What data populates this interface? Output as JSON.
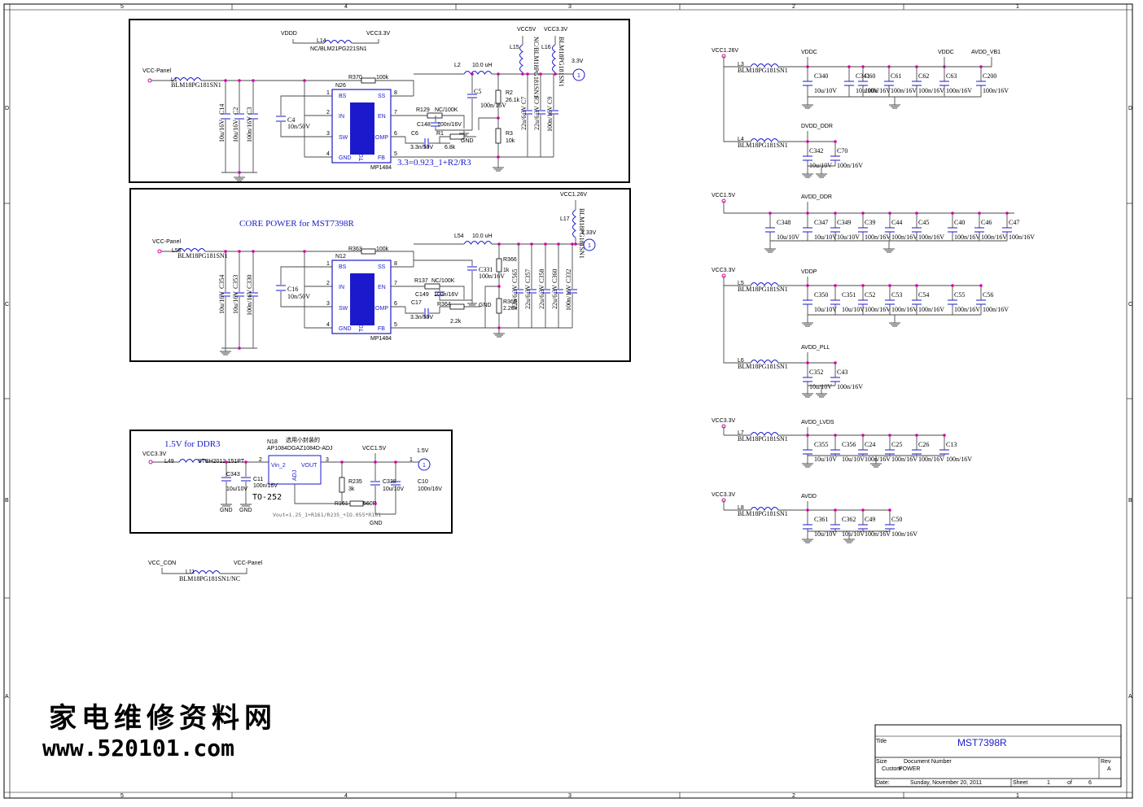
{
  "frame": {
    "col_labels": [
      "5",
      "4",
      "3",
      "2",
      "1"
    ],
    "row_labels": [
      "D",
      "C",
      "B",
      "A"
    ]
  },
  "reg1": {
    "ic_ref": "N26",
    "ic_part": "MP1484",
    "pins_left": [
      "BS",
      "IN",
      "SW",
      "GND"
    ],
    "pins_right": [
      "SS",
      "EN",
      "COMP",
      "FB"
    ],
    "pin_nums_left": [
      "1",
      "2",
      "3",
      "4"
    ],
    "pin_nums_right": [
      "8",
      "7",
      "6",
      "5"
    ],
    "tg": "TG",
    "vin_label": "VCC-Panel",
    "in_l_ref": "L1",
    "in_l_val": "BLM18PG181SN1",
    "l14_ref": "L14",
    "l14_val": "NC/BLM21PG221SN1",
    "l14_left": "VDDD",
    "l14_right": "VCC3.3V",
    "r_bs_ref": "R370",
    "r_bs_val": "100k",
    "l_out_ref": "L2",
    "l_out_val": "10.0 uH",
    "c_ss_ref": "C5",
    "c_ss_val": "100n/16V",
    "r_en_ref": "R129",
    "r_en_val": "NC/100K",
    "c_en_ref": "C148",
    "c_en_val": "100n/16V",
    "c_comp_ref": "C6",
    "c_comp_val": "3.3n/50V",
    "r_comp_ref": "R1",
    "r_comp_val": "6.8k",
    "gnd": "GND",
    "c_bs_ref": "C4",
    "c_bs_val": "10n/50V",
    "in_caps": [
      {
        "ref": "C14",
        "val": "10u/16V"
      },
      {
        "ref": "C2",
        "val": "10u/16V"
      },
      {
        "ref": "C3",
        "val": "100n/16V"
      }
    ],
    "r2_ref": "R2",
    "r2_val": "26.1k",
    "r3_ref": "R3",
    "r3_val": "10k",
    "out_caps": [
      {
        "ref": "C7",
        "val": "22u/6.3V"
      },
      {
        "ref": "C8",
        "val": "22u/6.3V"
      },
      {
        "ref": "C9",
        "val": "100n/16V"
      }
    ],
    "l15_ref": "L15",
    "l15_val": "NC/BLM18PG181SN1",
    "l15_top": "VCC5V",
    "l16_ref": "L16",
    "l16_val": "BLM18PG181SN1",
    "l16_top": "VCC3.3V",
    "out_net": "3.3V",
    "tp": "1",
    "formula": "3.3=0.923_1+R2/R3"
  },
  "reg2": {
    "title": "CORE POWER for MST7398R",
    "ic_ref": "N12",
    "ic_part": "MP1484",
    "vin_label": "VCC-Panel",
    "in_l_ref": "L58",
    "in_l_val": "BLM18PG181SN1",
    "r_bs_ref": "R363",
    "r_bs_val": "100k",
    "l_out_ref": "L54",
    "l_out_val": "10.0 uH",
    "c_ss_ref": "C331",
    "c_ss_val": "100n/16V",
    "r_en_ref": "R137",
    "r_en_val": "NC/100K",
    "c_en_ref": "C149",
    "c_en_val": "100n/16V",
    "c_comp_ref": "C17",
    "c_comp_val": "3.3n/50V",
    "r_comp_ref": "R364",
    "r_comp_val": "2.2k",
    "gnd": "GND",
    "c_bs_ref": "C16",
    "c_bs_val": "10n/50V",
    "in_caps": [
      {
        "ref": "C354",
        "val": "10u/16V"
      },
      {
        "ref": "C353",
        "val": "10u/16V"
      },
      {
        "ref": "C330",
        "val": "100n/16V"
      }
    ],
    "r366_ref": "R366",
    "r366_val": "1k",
    "r365_ref": "R365",
    "r365_val": "2.26k",
    "out_caps": [
      {
        "ref": "C565",
        "val": "22u/6.3V"
      },
      {
        "ref": "C357",
        "val": "22u/6.3V"
      },
      {
        "ref": "C358",
        "val": "22u/6.3V"
      },
      {
        "ref": "C360",
        "val": "22u/6.3V"
      },
      {
        "ref": "C332",
        "val": "100n/16V"
      }
    ],
    "l17_ref": "L17",
    "l17_val": "BLM18PG181SN1",
    "l17_top": "VCC1.26V",
    "out_net": "1.33V",
    "tp": "1"
  },
  "reg3": {
    "title": "1.5V  for  DDR3",
    "note_cn": "选用小封装的",
    "ic_ref": "N18",
    "ic_part": "AP1084DGAZ1084D-ADJ",
    "vin": "VCC3.3V",
    "l_ref": "L49",
    "l_val": "STBH2012-151PT",
    "pin_vin": "Vin_2",
    "pin_vout": "VOUT",
    "pin_adj": "ADJ",
    "pin2": "2",
    "pin3": "3",
    "pin1": "1",
    "c343_ref": "C343",
    "c343_val": "10u/10V",
    "c11_ref": "C11",
    "c11_val": "100n/16V",
    "pkg": "TO-252",
    "gnd": "GND",
    "vout_net": "VCC1.5V",
    "r235_ref": "R235",
    "r235_val": "3k",
    "r161_ref": "R161",
    "r161_val": "560R",
    "c338_ref": "C338",
    "c338_val": "10u/10V",
    "c10_ref": "C10",
    "c10_val": "100n/16V",
    "out_net": "1.5V",
    "tp": "1",
    "formula": "Vout=1.25_1+R161/R235_+IO.055*R161"
  },
  "link": {
    "left": "VCC_CON",
    "right": "VCC-Panel",
    "ref": "L11",
    "val": "BLM18PG181SN1/NC"
  },
  "filters": [
    {
      "src": "VCC1.26V",
      "l_ref": "L3",
      "l_val": "BLM18PG181SN1",
      "net": "VDDC",
      "caps": [
        {
          "ref": "C340",
          "val": "10u/10V"
        },
        {
          "ref": "C341",
          "val": "10u/10V"
        },
        {
          "ref": "C60",
          "val": "100n/16V"
        },
        {
          "ref": "C61",
          "val": "100n/16V"
        },
        {
          "ref": "C62",
          "val": "100n/16V"
        },
        {
          "ref": "C63",
          "val": "100n/16V"
        },
        {
          "ref": "C200",
          "val": "100n/16V"
        }
      ]
    },
    {
      "src": "",
      "l_ref": "L4",
      "l_val": "BLM18PG181SN1",
      "net": "DVDD_DDR",
      "caps": [
        {
          "ref": "C342",
          "val": "10u/10V"
        },
        {
          "ref": "C70",
          "val": "100n/16V"
        }
      ]
    },
    {
      "src": "VCC1.5V",
      "l_ref": "",
      "l_val": "",
      "net": "AVDD_DDR",
      "caps": [
        {
          "ref": "C348",
          "val": "10u/10V"
        },
        {
          "ref": "C347",
          "val": "10u/10V"
        },
        {
          "ref": "C349",
          "val": "10u/10V"
        },
        {
          "ref": "C39",
          "val": "100n/16V"
        },
        {
          "ref": "C44",
          "val": "100n/16V"
        },
        {
          "ref": "C45",
          "val": "100n/16V"
        },
        {
          "ref": "C40",
          "val": "100n/16V"
        },
        {
          "ref": "C46",
          "val": "100n/16V"
        },
        {
          "ref": "C47",
          "val": "100n/16V"
        }
      ]
    },
    {
      "src": "VCC3.3V",
      "l_ref": "L5",
      "l_val": "BLM18PG181SN1",
      "net": "VDDP",
      "caps": [
        {
          "ref": "C350",
          "val": "10u/10V"
        },
        {
          "ref": "C351",
          "val": "10u/10V"
        },
        {
          "ref": "C52",
          "val": "100n/16V"
        },
        {
          "ref": "C53",
          "val": "100n/16V"
        },
        {
          "ref": "C54",
          "val": "100n/16V"
        },
        {
          "ref": "C55",
          "val": "100n/16V"
        },
        {
          "ref": "C56",
          "val": "100n/16V"
        }
      ]
    },
    {
      "src": "",
      "l_ref": "L6",
      "l_val": "BLM18PG181SN1",
      "net": "AVDD_PLL",
      "caps": [
        {
          "ref": "C352",
          "val": "10u/10V"
        },
        {
          "ref": "C43",
          "val": "100n/16V"
        }
      ]
    },
    {
      "src": "VCC3.3V",
      "l_ref": "L7",
      "l_val": "BLM18PG181SN1",
      "net": "AVDD_LVDS",
      "caps": [
        {
          "ref": "C355",
          "val": "10u/10V"
        },
        {
          "ref": "C356",
          "val": "10u/10V"
        },
        {
          "ref": "C24",
          "val": "100n/16V"
        },
        {
          "ref": "C25",
          "val": "100n/16V"
        },
        {
          "ref": "C26",
          "val": "100n/16V"
        },
        {
          "ref": "C13",
          "val": "100n/16V"
        }
      ]
    },
    {
      "src": "VCC3.3V",
      "l_ref": "L8",
      "l_val": "BLM18PG181SN1",
      "net": "AVDD",
      "caps": [
        {
          "ref": "C361",
          "val": "10u/10V"
        },
        {
          "ref": "C362",
          "val": "10u/10V"
        },
        {
          "ref": "C49",
          "val": "100n/16V"
        },
        {
          "ref": "C50",
          "val": "100n/16V"
        }
      ]
    }
  ],
  "extra_nets": {
    "vddc2": "VDDC",
    "avdd_vb1": "AVDD_VB1"
  },
  "watermark": {
    "cn": "家电维修资料网",
    "url": "www.520101.com"
  },
  "titleblock": {
    "title_lbl": "Title",
    "title": "MST7398R",
    "size_lbl": "Size",
    "size": "Custom",
    "docnum_lbl": "Document Number",
    "docnum": "POWER",
    "rev_lbl": "Rev",
    "rev": "A",
    "date_lbl": "Date:",
    "date": "Sunday, November 20, 2011",
    "sheet_lbl": "Sheet",
    "sheet": "1",
    "of_lbl": "of",
    "sheets": "6"
  }
}
